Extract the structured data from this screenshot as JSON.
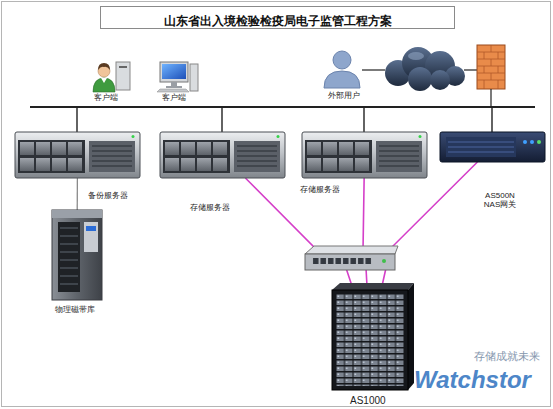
{
  "diagram": {
    "title": "山东省出入境检验检疫局电子监管工程方案",
    "nodes": [
      {
        "text": [
          "客户端"
        ]
      },
      {
        "text": [
          "客户端"
        ]
      },
      {
        "text": [
          "外部用户"
        ]
      },
      {
        "text": [
          "备份服务器"
        ]
      },
      {
        "text": [
          "存储服务器"
        ]
      },
      {
        "text": [
          "存储服务器"
        ]
      },
      {
        "text": [
          "AS500N NAS网关"
        ]
      },
      {
        "text": [
          "物理磁带库"
        ]
      },
      {
        "text": [
          "AS1000"
        ]
      }
    ],
    "edges": [
      {
        "from": 3,
        "to": 7,
        "arrow": "none"
      },
      {
        "from": 4,
        "to": 8,
        "arrow": "none"
      },
      {
        "from": 5,
        "to": 8,
        "arrow": "none"
      },
      {
        "from": 6,
        "to": 8,
        "arrow": "none"
      }
    ],
    "labels": [
      "存储成就未来",
      "Watchstor"
    ]
  }
}
